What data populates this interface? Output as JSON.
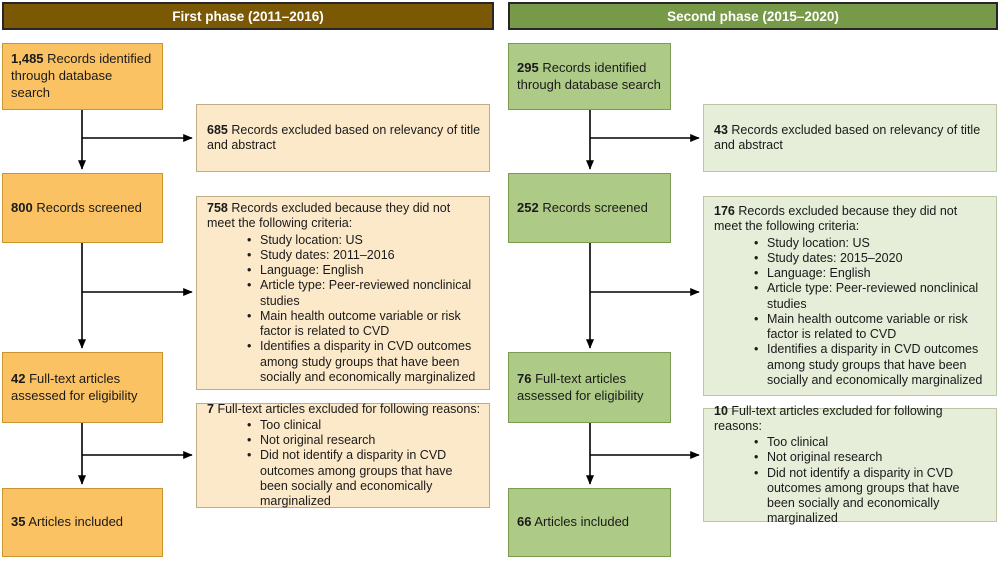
{
  "colors": {
    "phase1_header_bg": "#7A5804",
    "phase2_header_bg": "#779A48",
    "phase1_box_bg": "#FBC263",
    "phase1_box_border": "#C8952F",
    "phase1_note_bg": "#FCE9C9",
    "phase1_note_border": "#BFAE85",
    "phase2_box_bg": "#AECA87",
    "phase2_box_border": "#7C9A50",
    "phase2_note_bg": "#E6EDD9",
    "phase2_note_border": "#BCC6A2"
  },
  "phases": [
    {
      "header": "First phase (2011–2016)",
      "flow": [
        {
          "number": "1,485",
          "label": "Records identified through database search"
        },
        {
          "number": "800",
          "label": "Records screened"
        },
        {
          "number": "42",
          "label": "Full-text articles assessed for eligibility"
        },
        {
          "number": "35",
          "label": "Articles included"
        }
      ],
      "exclusions": [
        {
          "number": "685",
          "label": "Records excluded based on relevancy of title and abstract",
          "bullets": []
        },
        {
          "number": "758",
          "label": "Records excluded because they did not meet the following criteria:",
          "bullets": [
            "Study location: US",
            "Study dates: 2011–2016",
            "Language: English",
            "Article type: Peer-reviewed nonclinical studies",
            "Main health outcome variable or risk factor is related to CVD",
            "Identifies a disparity in CVD outcomes among study groups that have been socially and economically marginalized"
          ]
        },
        {
          "number": "7",
          "label": "Full-text articles excluded for following reasons:",
          "bullets": [
            "Too clinical",
            "Not original research",
            "Did not identify a disparity in CVD outcomes among groups that have been socially and economically marginalized"
          ]
        }
      ]
    },
    {
      "header": "Second phase (2015–2020)",
      "flow": [
        {
          "number": "295",
          "label": "Records identified through database search"
        },
        {
          "number": "252",
          "label": "Records screened"
        },
        {
          "number": "76",
          "label": "Full-text articles assessed for eligibility"
        },
        {
          "number": "66",
          "label": "Articles included"
        }
      ],
      "exclusions": [
        {
          "number": "43",
          "label": "Records excluded based on relevancy of title and abstract",
          "bullets": []
        },
        {
          "number": "176",
          "label": "Records excluded because they did not meet the following criteria:",
          "bullets": [
            "Study location: US",
            "Study dates: 2015–2020",
            "Language: English",
            "Article type: Peer-reviewed nonclinical studies",
            "Main health outcome variable or risk factor is related to CVD",
            "Identifies a disparity in CVD outcomes among study groups that have been socially and economically marginalized"
          ]
        },
        {
          "number": "10",
          "label": "Full-text articles excluded for following reasons:",
          "bullets": [
            "Too clinical",
            "Not original research",
            "Did not identify a disparity in CVD outcomes among groups that have been socially and economically marginalized"
          ]
        }
      ]
    }
  ]
}
